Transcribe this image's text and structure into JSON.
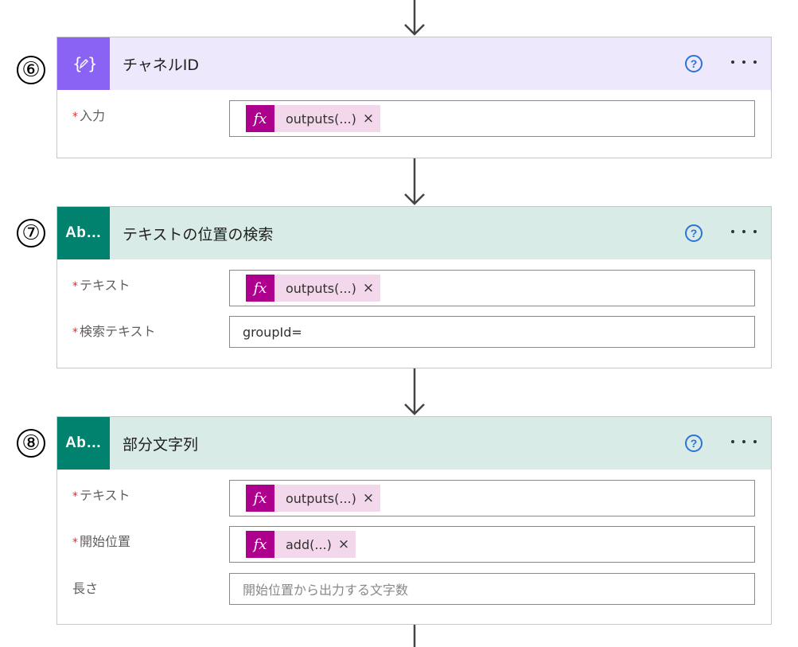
{
  "steps": [
    {
      "number": "⑥",
      "title": "チャネルID",
      "icon": "variable-icon",
      "color": "#8a63f4",
      "fields": [
        {
          "label": "入力",
          "required": true,
          "token": "outputs(...)"
        }
      ]
    },
    {
      "number": "⑦",
      "title": "テキストの位置の検索",
      "icon_text": "Ab…",
      "color": "#00826f",
      "fields": [
        {
          "label": "テキスト",
          "required": true,
          "token": "outputs(...)"
        },
        {
          "label": "検索テキスト",
          "required": true,
          "value": "groupId="
        }
      ]
    },
    {
      "number": "⑧",
      "title": "部分文字列",
      "icon_text": "Ab…",
      "color": "#00826f",
      "fields": [
        {
          "label": "テキスト",
          "required": true,
          "token": "outputs(...)"
        },
        {
          "label": "開始位置",
          "required": true,
          "token": "add(...)"
        },
        {
          "label": "長さ",
          "required": false,
          "placeholder": "開始位置から出力する文字数"
        }
      ]
    }
  ],
  "common": {
    "required_mark": "*",
    "token_fx": "fx",
    "token_close": "×",
    "help": "?"
  }
}
